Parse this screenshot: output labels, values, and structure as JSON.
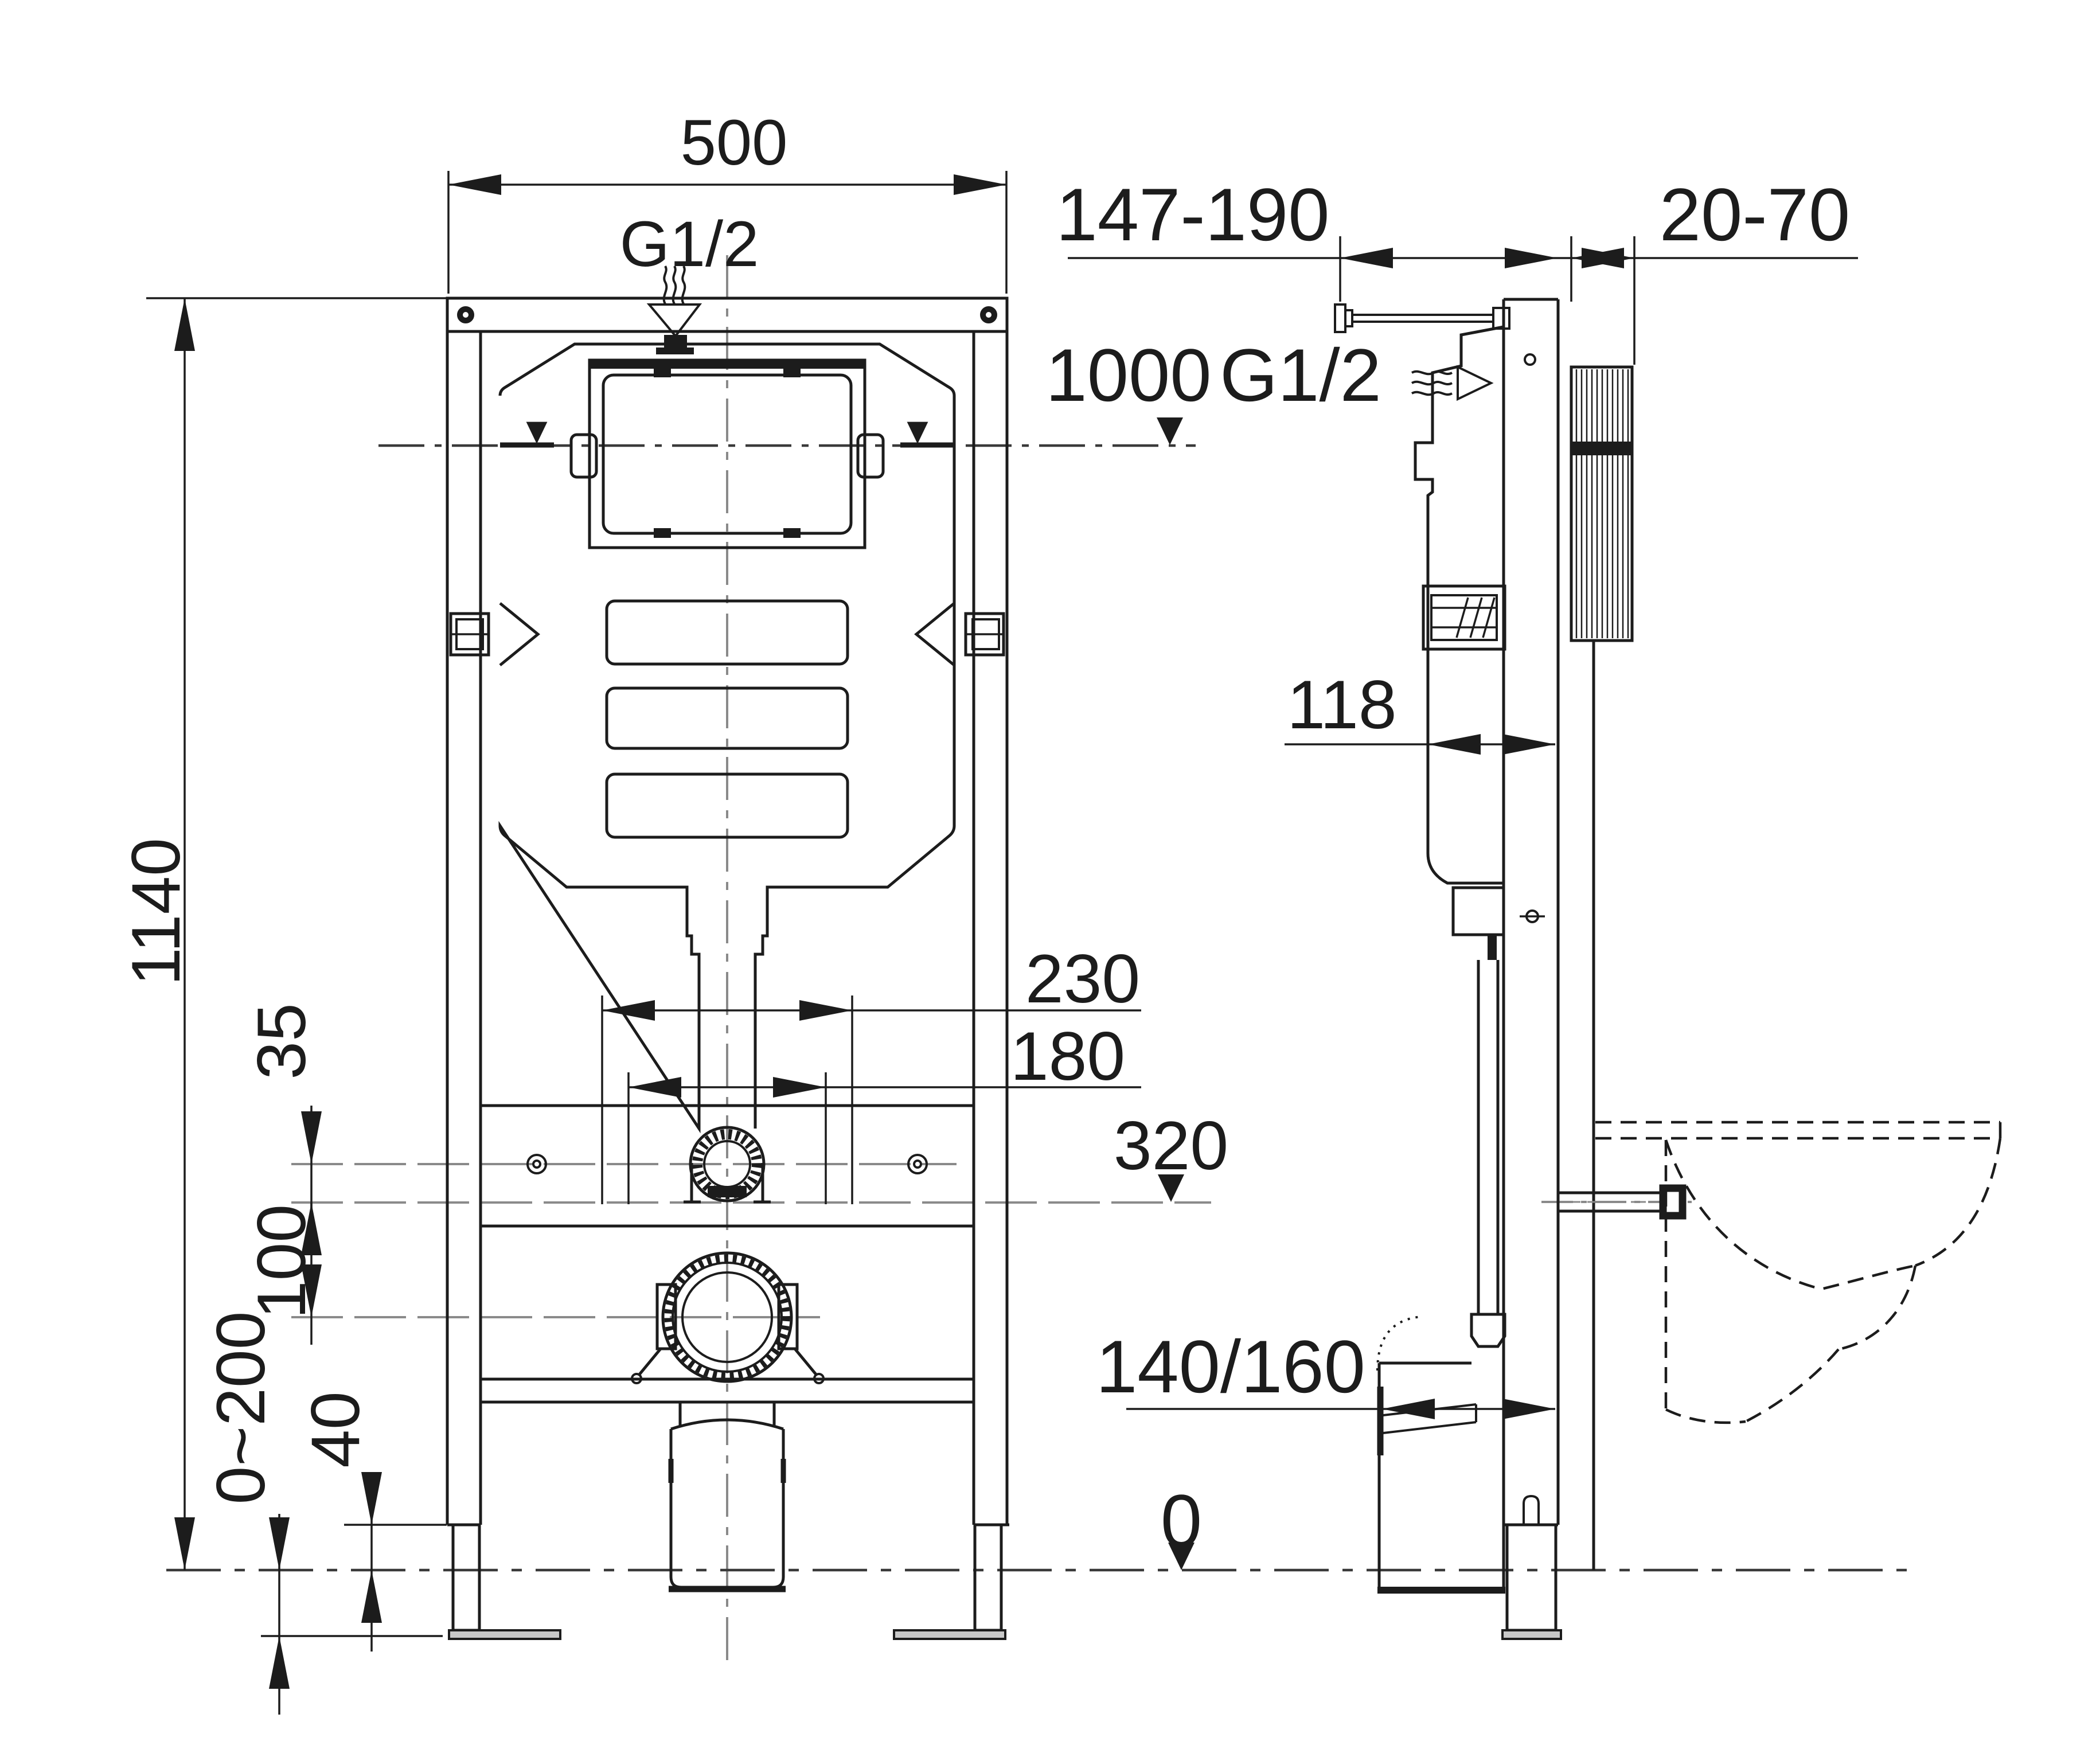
{
  "colors": {
    "line": "#1c1c1c",
    "reference": "#8a8a8a",
    "centerline": "#3a3a3a",
    "metal_fill": "#c8c8c8",
    "background": "#ffffff"
  },
  "front_view": {
    "name": "installation frame front view",
    "dims": {
      "width": "500",
      "height": "1140",
      "inlet_thread": "G1/2",
      "inlet_to_rods": "35",
      "rods_to_drain": "100",
      "foot_plate_height": "40",
      "foot_adjust_range": "0~200",
      "rod_spacing_outer": "230",
      "rod_spacing_inner": "180",
      "rod_height": "320"
    }
  },
  "side_view": {
    "name": "installation frame side view",
    "dims": {
      "depth_adjust_range": "147-190",
      "wall_finish_range": "20-70",
      "supply_height": "1000",
      "supply_thread": "G1/2",
      "frame_depth": "118",
      "drain_offset": "140/160",
      "floor_level": "0"
    }
  },
  "symbols": {
    "level_marker": "filled-triangle-down",
    "water_level_marker": "water-level-triangle",
    "flow_squiggle": "wavy-supply-flow",
    "dimension_arrow": "slender-filled-arrowhead"
  }
}
